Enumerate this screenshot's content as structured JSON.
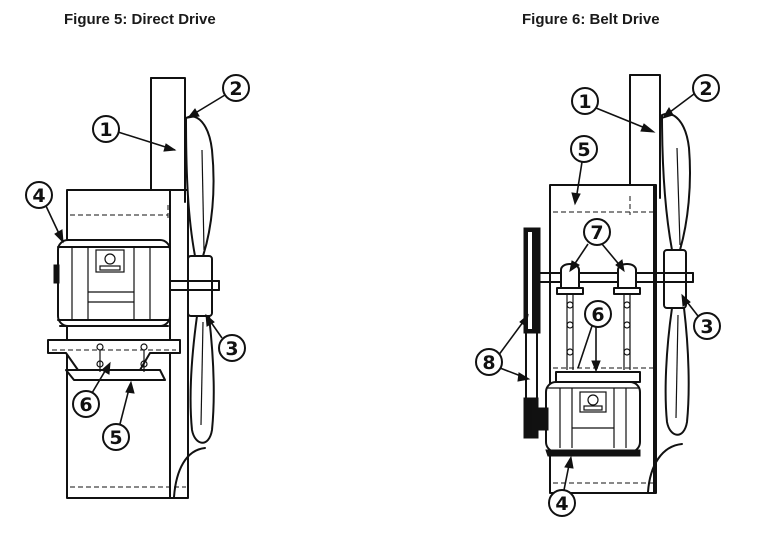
{
  "figure5": {
    "title": "Figure 5: Direct Drive",
    "callouts": [
      "1",
      "2",
      "3",
      "4",
      "5",
      "6"
    ]
  },
  "figure6": {
    "title": "Figure 6: Belt Drive",
    "callouts": [
      "1",
      "2",
      "3",
      "4",
      "5",
      "6",
      "7",
      "8"
    ]
  }
}
